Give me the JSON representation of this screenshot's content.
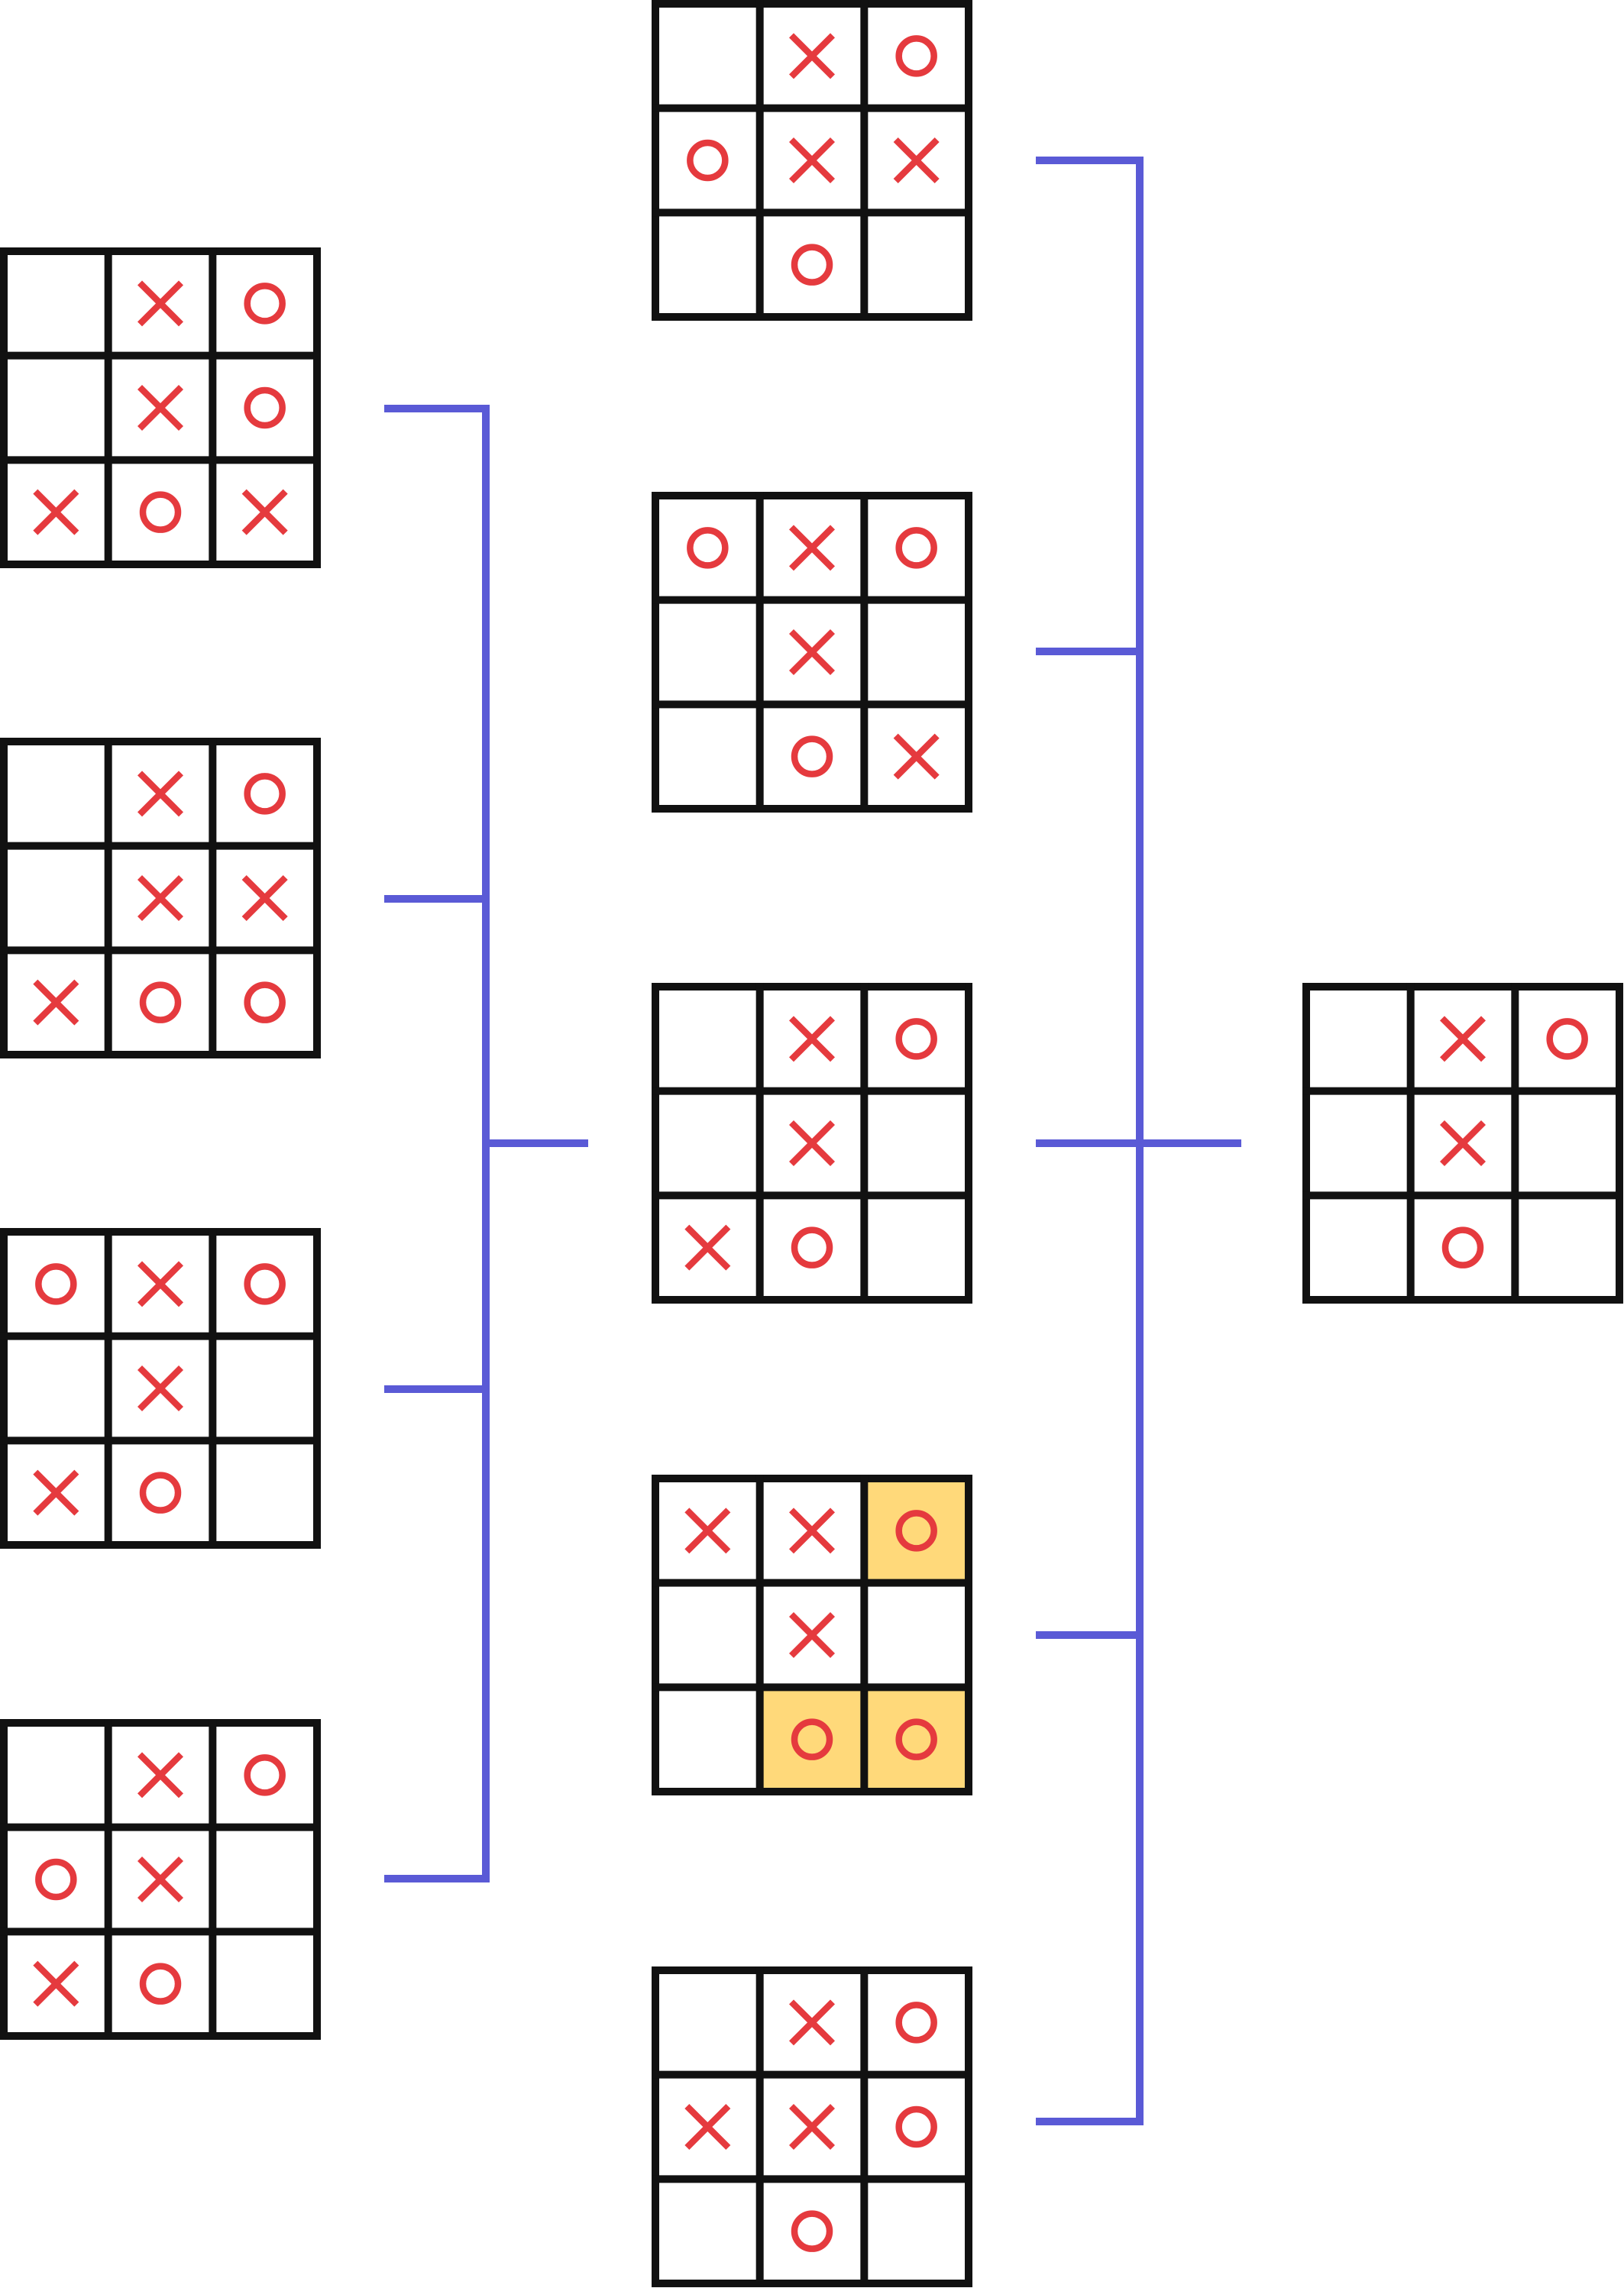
{
  "colors": {
    "grid_stroke": "#111111",
    "mark": "#e53a3e",
    "highlight": "#ffd97a",
    "connector": "#5a5ad6",
    "background": "#ffffff"
  },
  "legend": {
    "x_mark": "x-mark",
    "o_mark": "o-mark",
    "empty": "empty cell"
  },
  "root": {
    "id": "root",
    "cells": [
      "",
      "X",
      "O",
      "",
      "X",
      "",
      "",
      "O",
      ""
    ],
    "highlight": []
  },
  "level1": [
    {
      "id": "m1",
      "cells": [
        "",
        "X",
        "O",
        "O",
        "X",
        "X",
        "",
        "O",
        ""
      ],
      "highlight": []
    },
    {
      "id": "m2",
      "cells": [
        "O",
        "X",
        "O",
        "",
        "X",
        "",
        "",
        "O",
        "X"
      ],
      "highlight": []
    },
    {
      "id": "m3",
      "cells": [
        "",
        "X",
        "O",
        "",
        "X",
        "",
        "X",
        "O",
        ""
      ],
      "highlight": []
    },
    {
      "id": "m4",
      "cells": [
        "X",
        "X",
        "O",
        "",
        "X",
        "",
        "",
        "O",
        "O"
      ],
      "highlight": [
        2,
        7,
        8
      ]
    },
    {
      "id": "m5",
      "cells": [
        "",
        "X",
        "O",
        "X",
        "X",
        "O",
        "",
        "O",
        ""
      ],
      "highlight": []
    }
  ],
  "level2": [
    {
      "id": "l1",
      "parent": "m3",
      "cells": [
        "",
        "X",
        "O",
        "",
        "X",
        "O",
        "X",
        "O",
        "X"
      ],
      "highlight": []
    },
    {
      "id": "l2",
      "parent": "m3",
      "cells": [
        "",
        "X",
        "O",
        "",
        "X",
        "X",
        "X",
        "O",
        "O"
      ],
      "highlight": []
    },
    {
      "id": "l3",
      "parent": "m3",
      "cells": [
        "O",
        "X",
        "O",
        "",
        "X",
        "",
        "X",
        "O",
        ""
      ],
      "highlight": []
    },
    {
      "id": "l4",
      "parent": "m3",
      "cells": [
        "",
        "X",
        "O",
        "O",
        "X",
        "",
        "X",
        "O",
        ""
      ],
      "highlight": []
    }
  ]
}
